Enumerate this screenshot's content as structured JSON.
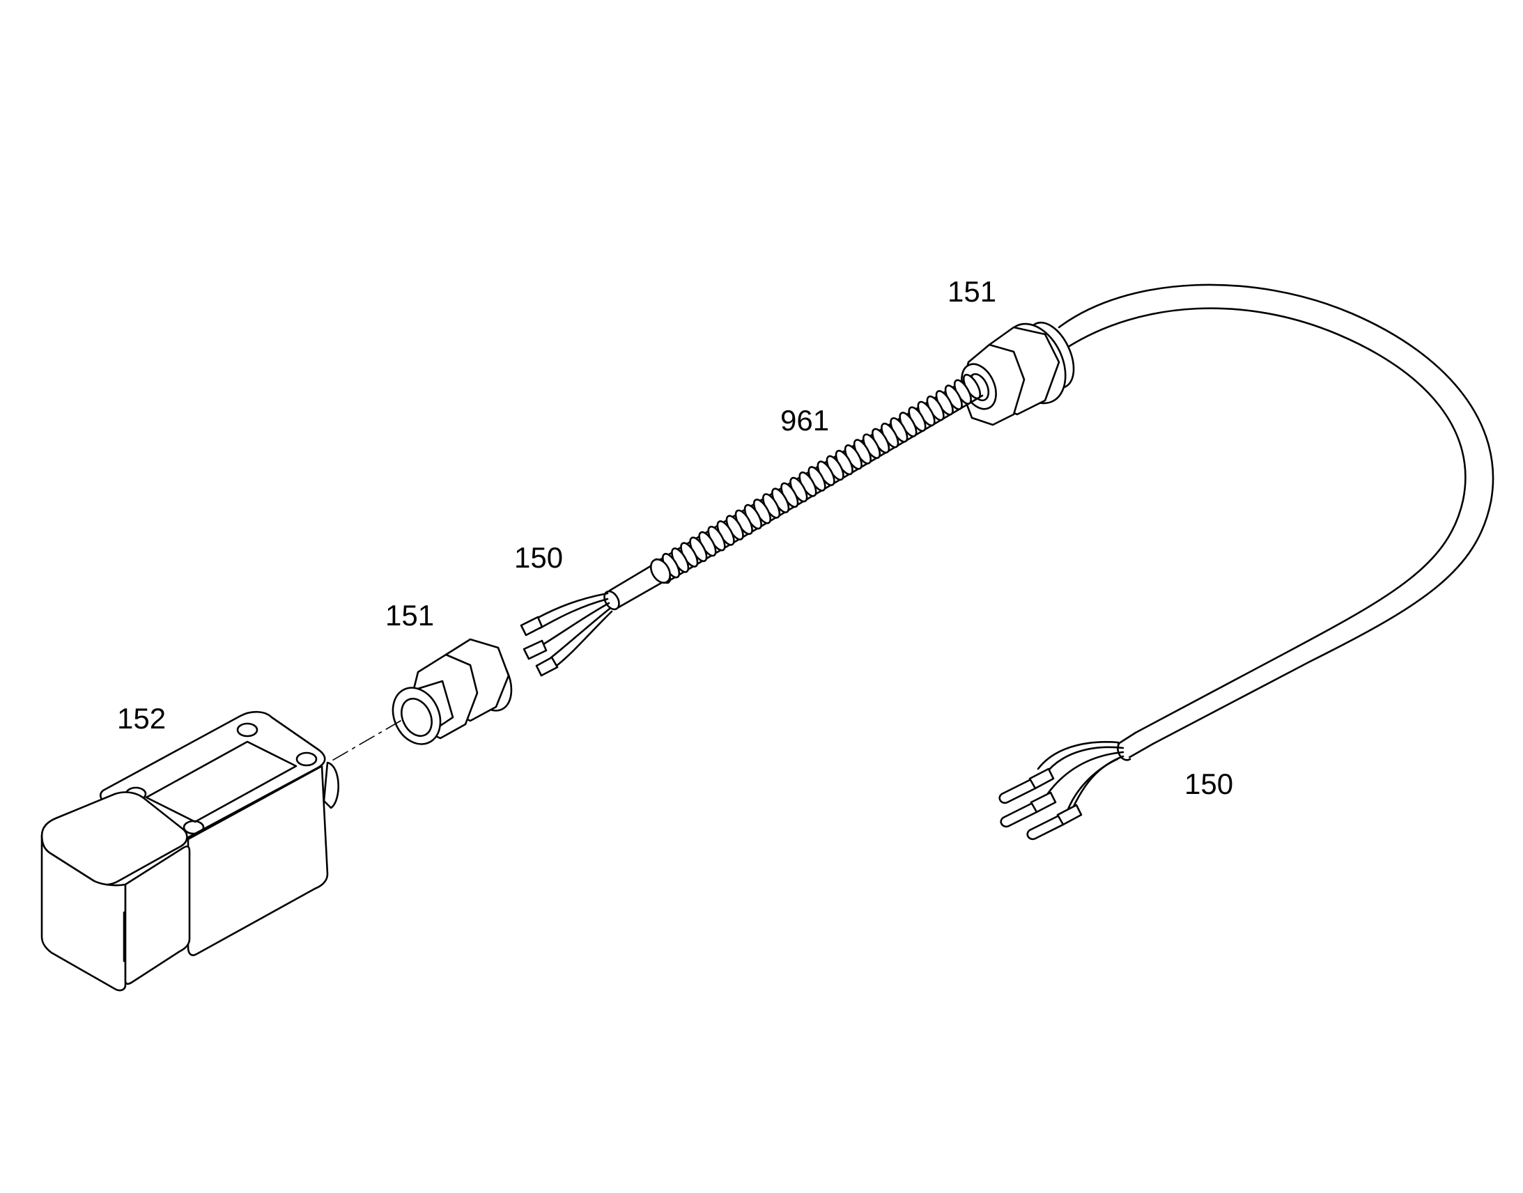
{
  "labels": {
    "sensor": "152",
    "nut_left": "151",
    "wires_left": "150",
    "conduit": "961",
    "nut_right": "151",
    "wires_right": "150"
  },
  "colors": {
    "line": "#000000",
    "background": "#ffffff"
  }
}
